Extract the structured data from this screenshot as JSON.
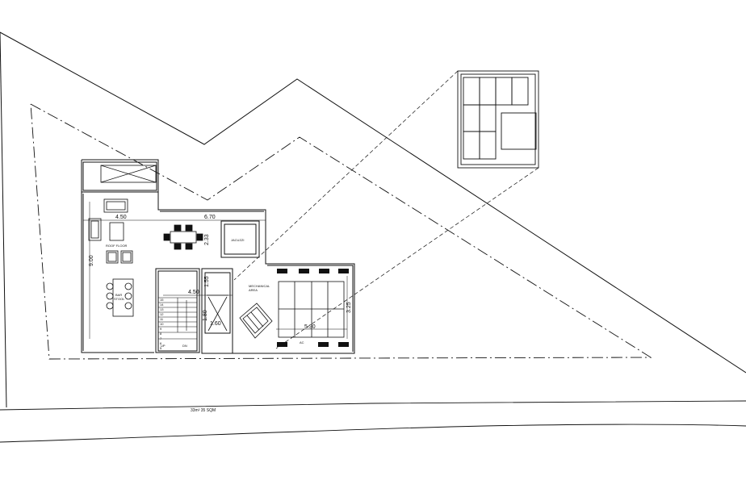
{
  "plan": {
    "labels": {
      "roof_floor": "ROOF FLOOR",
      "jacuzzi": "JACUZZI",
      "mechanical_area_line1": "MECHANICAL",
      "mechanical_area_line2": "AREA",
      "ac": "AC",
      "bar_line1": "BAR",
      "bar_line2": "STOOL",
      "road_area": "33m² 35 SQM",
      "up": "UP",
      "dn": "DN"
    },
    "dimensions": {
      "d450_top": "4.50",
      "d670": "6.70",
      "d900": "9.00",
      "d450_mid": "4.50",
      "d155": "1.55",
      "d233": "2.33",
      "d180": "1.80",
      "d530": "5.30",
      "d325": "3.25",
      "d160": "1.60"
    },
    "stair_numbers": [
      "15",
      "14",
      "13",
      "12",
      "11",
      "10",
      "9",
      "8",
      "7",
      "6",
      "5",
      "4",
      "3",
      "2",
      "1"
    ]
  }
}
